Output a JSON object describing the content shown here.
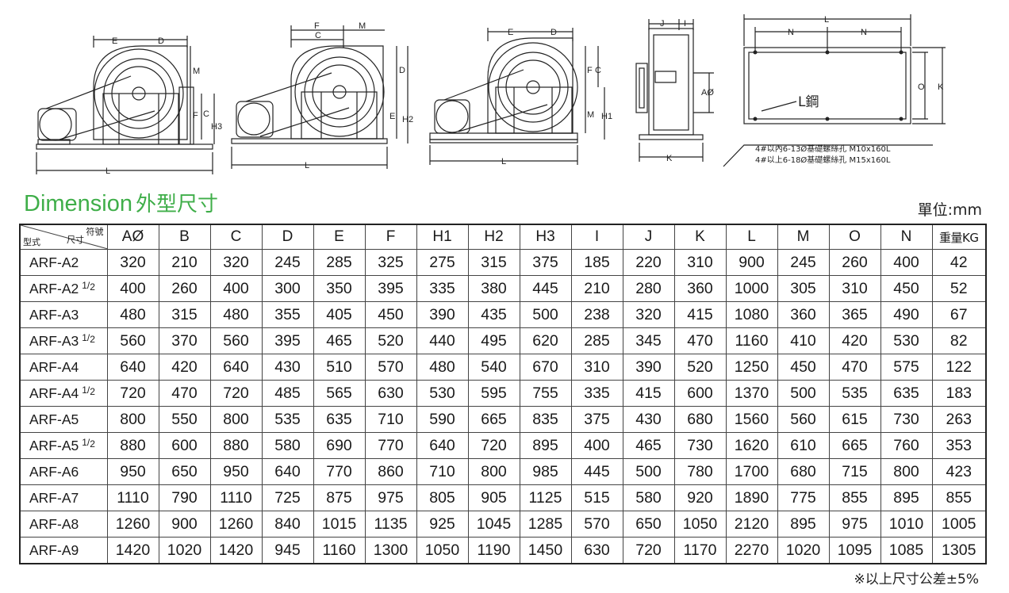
{
  "title": {
    "en": "Dimension",
    "zh": "外型尺寸"
  },
  "unit_label": "單位:mm",
  "header_corner": {
    "top_right": "符號",
    "bottom_left": "型式",
    "bottom_mid": "尺寸"
  },
  "columns": [
    "AØ",
    "B",
    "C",
    "D",
    "E",
    "F",
    "H1",
    "H2",
    "H3",
    "I",
    "J",
    "K",
    "L",
    "M",
    "O",
    "N",
    "重量KG"
  ],
  "rows": [
    {
      "model": "ARF-A2",
      "half": false,
      "values": [
        "320",
        "210",
        "320",
        "245",
        "285",
        "325",
        "275",
        "315",
        "375",
        "185",
        "220",
        "310",
        "900",
        "245",
        "260",
        "400",
        "42"
      ]
    },
    {
      "model": "ARF-A2",
      "half": true,
      "values": [
        "400",
        "260",
        "400",
        "300",
        "350",
        "395",
        "335",
        "380",
        "445",
        "210",
        "280",
        "360",
        "1000",
        "305",
        "310",
        "450",
        "52"
      ]
    },
    {
      "model": "ARF-A3",
      "half": false,
      "values": [
        "480",
        "315",
        "480",
        "355",
        "405",
        "450",
        "390",
        "435",
        "500",
        "238",
        "320",
        "415",
        "1080",
        "360",
        "365",
        "490",
        "67"
      ]
    },
    {
      "model": "ARF-A3",
      "half": true,
      "values": [
        "560",
        "370",
        "560",
        "395",
        "465",
        "520",
        "440",
        "495",
        "620",
        "285",
        "345",
        "470",
        "1160",
        "410",
        "420",
        "530",
        "82"
      ]
    },
    {
      "model": "ARF-A4",
      "half": false,
      "values": [
        "640",
        "420",
        "640",
        "430",
        "510",
        "570",
        "480",
        "540",
        "670",
        "310",
        "390",
        "520",
        "1250",
        "450",
        "470",
        "575",
        "122"
      ]
    },
    {
      "model": "ARF-A4",
      "half": true,
      "values": [
        "720",
        "470",
        "720",
        "485",
        "565",
        "630",
        "530",
        "595",
        "755",
        "335",
        "415",
        "600",
        "1370",
        "500",
        "535",
        "635",
        "183"
      ]
    },
    {
      "model": "ARF-A5",
      "half": false,
      "values": [
        "800",
        "550",
        "800",
        "535",
        "635",
        "710",
        "590",
        "665",
        "835",
        "375",
        "430",
        "680",
        "1560",
        "560",
        "615",
        "730",
        "263"
      ]
    },
    {
      "model": "ARF-A5",
      "half": true,
      "values": [
        "880",
        "600",
        "880",
        "580",
        "690",
        "770",
        "640",
        "720",
        "895",
        "400",
        "465",
        "730",
        "1620",
        "610",
        "665",
        "760",
        "353"
      ]
    },
    {
      "model": "ARF-A6",
      "half": false,
      "values": [
        "950",
        "650",
        "950",
        "640",
        "770",
        "860",
        "710",
        "800",
        "985",
        "445",
        "500",
        "780",
        "1700",
        "680",
        "715",
        "800",
        "423"
      ]
    },
    {
      "model": "ARF-A7",
      "half": false,
      "values": [
        "1110",
        "790",
        "1110",
        "725",
        "875",
        "975",
        "805",
        "905",
        "1125",
        "515",
        "580",
        "920",
        "1890",
        "775",
        "855",
        "895",
        "855"
      ]
    },
    {
      "model": "ARF-A8",
      "half": false,
      "values": [
        "1260",
        "900",
        "1260",
        "840",
        "1015",
        "1135",
        "925",
        "1045",
        "1285",
        "570",
        "650",
        "1050",
        "2120",
        "895",
        "975",
        "1010",
        "1005"
      ]
    },
    {
      "model": "ARF-A9",
      "half": false,
      "values": [
        "1420",
        "1020",
        "1420",
        "945",
        "1160",
        "1300",
        "1050",
        "1190",
        "1450",
        "630",
        "720",
        "1170",
        "2270",
        "1020",
        "1095",
        "1085",
        "1305"
      ]
    }
  ],
  "half_mark": {
    "num": "1",
    "den": "2"
  },
  "tolerance_note": "※以上尺寸公差±5%",
  "drawing_labels": {
    "fan1": [
      "E",
      "D",
      "M",
      "F",
      "C",
      "H3",
      "L"
    ],
    "fan2": [
      "F",
      "M",
      "C",
      "D",
      "E",
      "H2",
      "L"
    ],
    "fan3": [
      "E",
      "D",
      "F",
      "C",
      "M",
      "H1",
      "L"
    ],
    "side": [
      "J",
      "I",
      "AØ",
      "K"
    ],
    "base": [
      "L",
      "N",
      "N",
      "O",
      "K",
      "L鋼"
    ],
    "base_notes": [
      "4#以內6-13Ø基礎螺絲孔  M10x160L",
      "4#以上6-18Ø基礎螺絲孔  M15x160L"
    ]
  },
  "colors": {
    "heading": "#3fae49",
    "line": "#222222"
  }
}
